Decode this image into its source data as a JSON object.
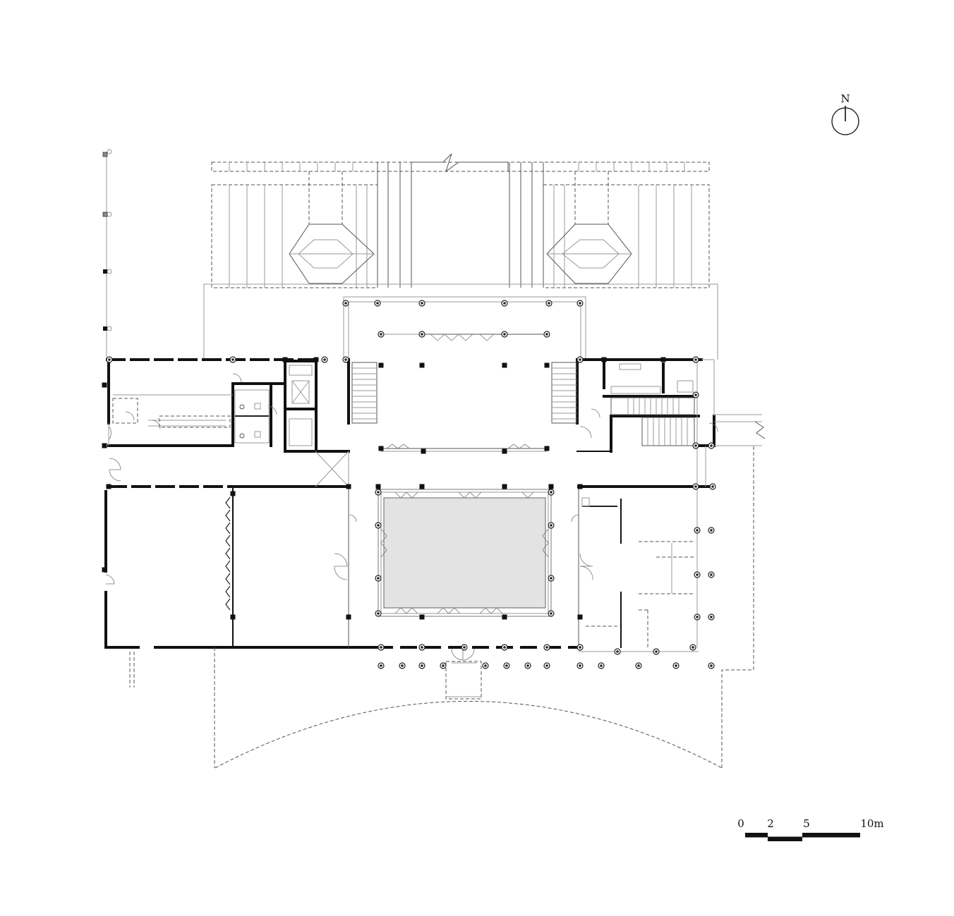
{
  "north_arrow": {
    "label": "N"
  },
  "scale_bar": {
    "ticks": [
      "0",
      "2",
      "5",
      "10m"
    ]
  },
  "colors": {
    "wall": "#111111",
    "courtyard_fill": "#e3e3e3",
    "thin_line": "#555555",
    "light_line": "#999999"
  }
}
